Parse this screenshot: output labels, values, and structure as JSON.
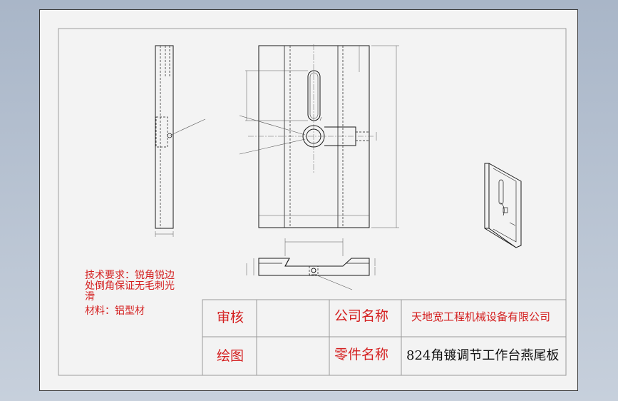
{
  "tech_requirements": {
    "line1": "技术要求：锐角锐边",
    "line2": "处倒角保证无毛刺光",
    "line3": "滑",
    "line4": "材料：铝型材"
  },
  "title_block": {
    "review_label": "审核",
    "draw_label": "绘图",
    "company_label": "公司名称",
    "company_value": "天地宽工程机械设备有限公司",
    "part_label": "零件名称",
    "part_value": "824角镀调节工作台燕尾板"
  },
  "colors": {
    "annotation_red": "#d42020",
    "line": "#1a1a1a",
    "dim": "#555555"
  }
}
